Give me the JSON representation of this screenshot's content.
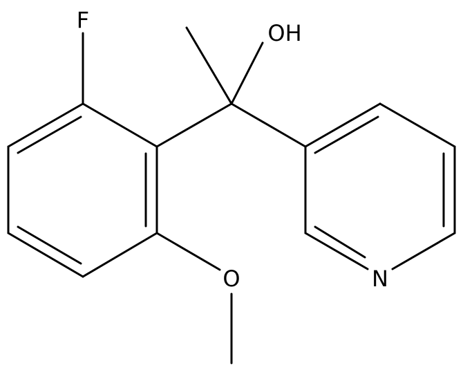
{
  "structure": {
    "atoms": {
      "fluorine": "F",
      "hydroxyl": "OH",
      "methoxy_oxygen": "O",
      "pyridine_nitrogen": "N"
    },
    "colors": {
      "bond": "#000000",
      "label": "#000000",
      "background": "#ffffff"
    }
  }
}
